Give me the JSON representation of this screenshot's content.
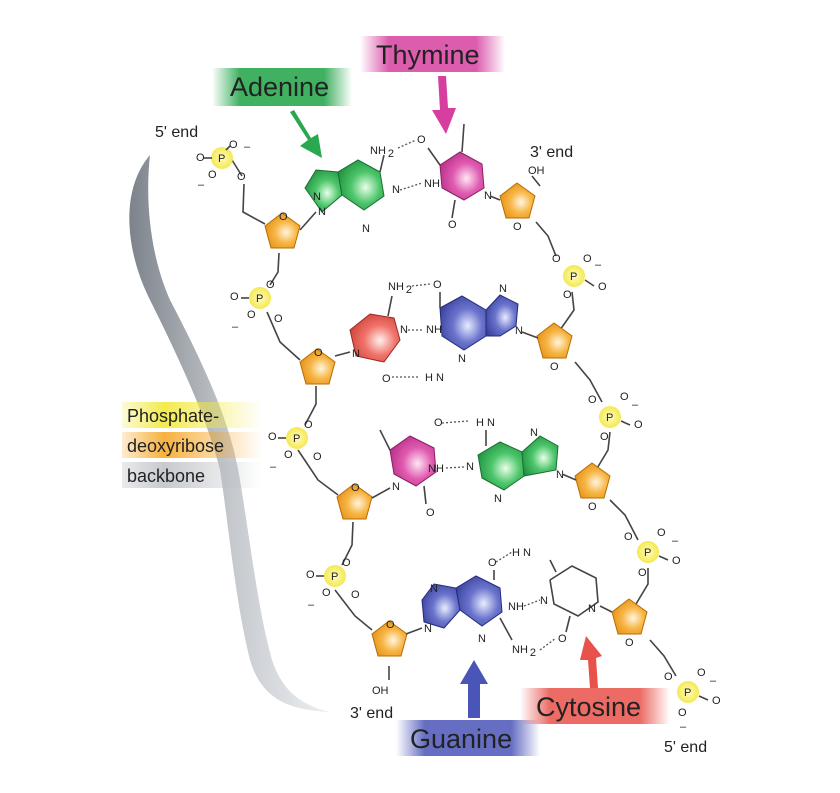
{
  "labels": {
    "adenine": "Adenine",
    "thymine": "Thymine",
    "guanine": "Guanine",
    "cytosine": "Cytosine",
    "five_end_top": "5' end",
    "three_end_top": "3' end",
    "three_end_bottom": "3' end",
    "five_end_bottom": "5' end",
    "backbone_line1": "Phosphate-",
    "backbone_line2": "deoxyribose",
    "backbone_line3": "backbone"
  },
  "atoms": {
    "p": "P",
    "o": "O",
    "n": "N",
    "nh": "NH",
    "nh2": "NH",
    "h2n": "H N",
    "two": "2",
    "oh": "OH",
    "minus": "–"
  },
  "colors": {
    "adenine": "#2aa84f",
    "thymine": "#d63fa0",
    "guanine": "#4a55b8",
    "cytosine": "#e8524a",
    "sugar": "#f5a31c",
    "phosphate": "#f2e83a",
    "backbone_bracket": "#a7acb3"
  }
}
